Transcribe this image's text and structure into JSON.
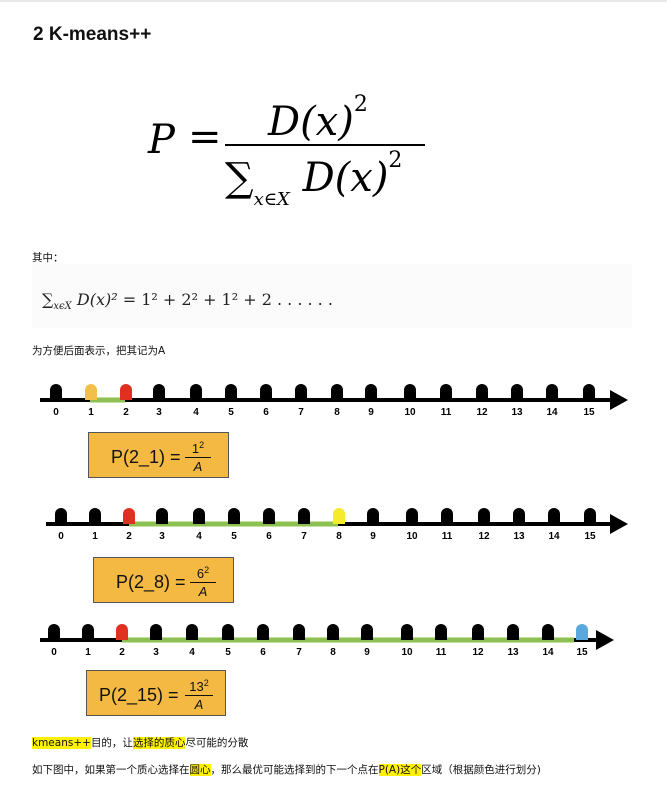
{
  "heading": "2 K-means++",
  "formula": {
    "lhs": "P",
    "eq": "=",
    "numerator": "D(x)",
    "exp": "2",
    "sum": "∑",
    "sub": "x∈X",
    "denominator": "D(x)"
  },
  "label_qizhong": "其中：",
  "expansion": "= 1² + 2² + 1² + 2 . . . . . .",
  "expansion_lhs": "D(x)²",
  "expansion_sum": "∑",
  "expansion_sub": "xϵX",
  "note": "为方便后面表示，把其记为A",
  "number_lines": [
    {
      "ticks": [
        "0",
        "1",
        "2",
        "3",
        "4",
        "5",
        "6",
        "7",
        "8",
        "9",
        "10",
        "11",
        "12",
        "13",
        "14",
        "15"
      ],
      "box_label": "P(2_1) =",
      "box_num": "1",
      "box_exp": "2",
      "box_den": "A"
    },
    {
      "ticks": [
        "0",
        "1",
        "2",
        "3",
        "4",
        "5",
        "6",
        "7",
        "8",
        "9",
        "10",
        "11",
        "12",
        "13",
        "14",
        "15"
      ],
      "box_label": "P(2_8) =",
      "box_num": "6",
      "box_exp": "2",
      "box_den": "A"
    },
    {
      "ticks": [
        "0",
        "1",
        "2",
        "3",
        "4",
        "5",
        "6",
        "7",
        "8",
        "9",
        "10",
        "11",
        "12",
        "13",
        "14",
        "15"
      ],
      "box_label": "P(2_15) =",
      "box_num": "13",
      "box_exp": "2",
      "box_den": "A"
    }
  ],
  "goal_line": {
    "a": "kmeans++",
    "b": "目的，让",
    "c": "选择的质心",
    "d": "尽可能的分散"
  },
  "desc_line": {
    "a": "如下图中，如果第一个质心选择在",
    "b": "圆心",
    "c": "，那么最优可能选择到的下一个点在",
    "d": "P(A)这个",
    "e": "区域（根据颜色进行划分)"
  },
  "colors": {
    "box": "#f4b942",
    "highlight": "#fff200",
    "red": "#e03020",
    "yellow_pt": "#f2c04a",
    "green": "#8cc152",
    "blue": "#5aa8dd",
    "bright_yellow": "#f5ea2c"
  }
}
